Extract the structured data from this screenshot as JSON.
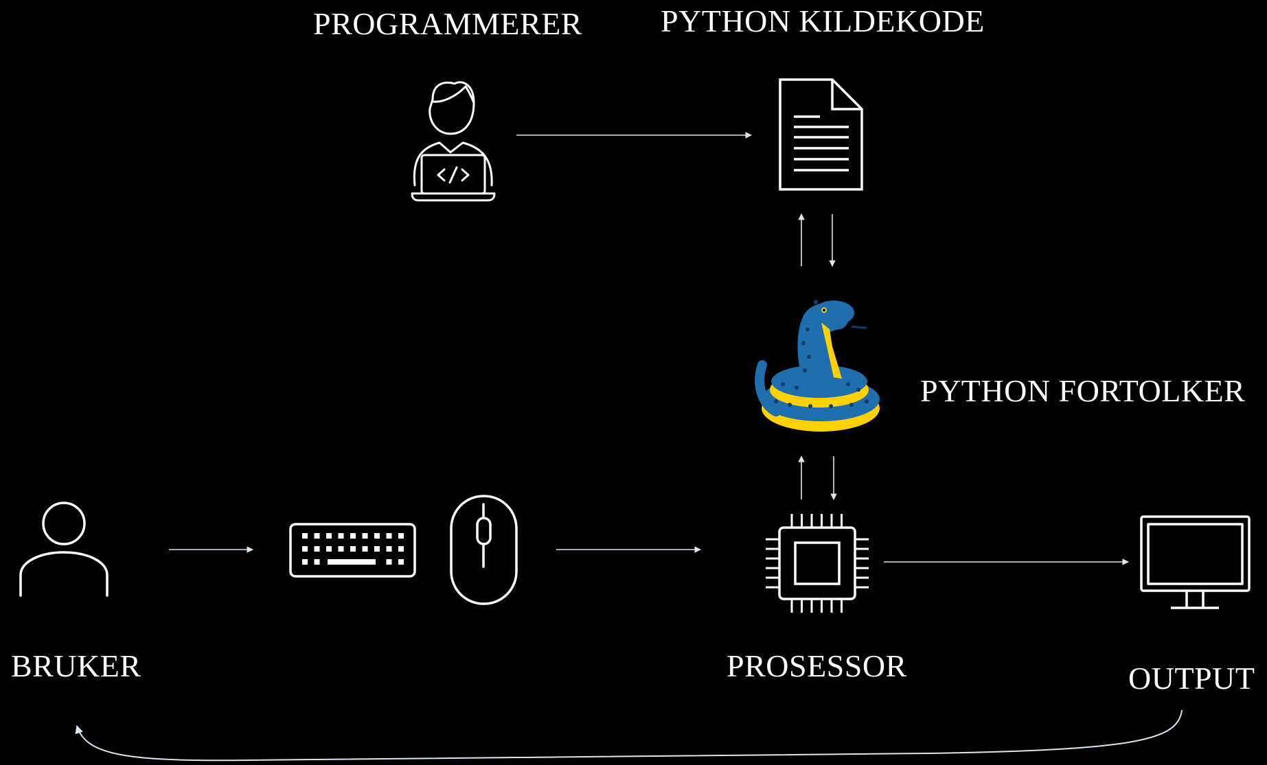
{
  "labels": {
    "programmer": "PROGRAMMERER",
    "source_code": "PYTHON KILDEKODE",
    "interpreter": "PYTHON FORTOLKER",
    "user": "BRUKER",
    "processor": "PROSESSOR",
    "output": "OUTPUT"
  },
  "icons": {
    "programmer": "programmer-laptop-icon",
    "source_code": "document-icon",
    "interpreter": "python-snake-icon",
    "user": "user-icon",
    "keyboard": "keyboard-icon",
    "mouse": "mouse-icon",
    "processor": "cpu-chip-icon",
    "output": "monitor-icon"
  },
  "colors": {
    "background": "#000000",
    "stroke": "#ffffff",
    "arrow": "#dde6ee",
    "snake_blue": "#1f6fae",
    "snake_dark": "#0d3f6e",
    "snake_yellow": "#ffd100"
  }
}
